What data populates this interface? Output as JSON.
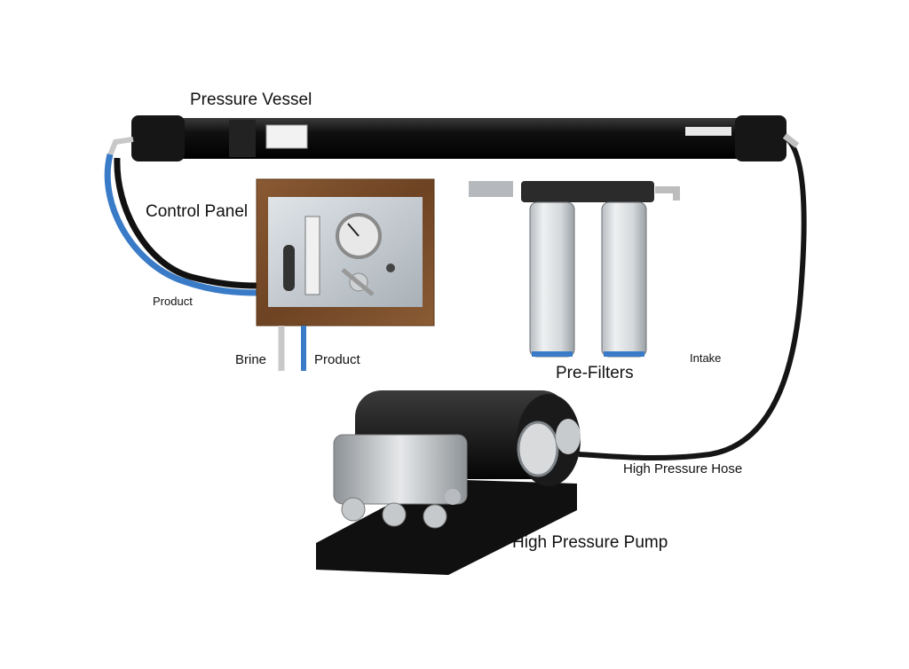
{
  "labels": {
    "pressure_vessel": "Pressure Vessel",
    "control_panel": "Control Panel",
    "product_left": "Product",
    "brine": "Brine",
    "product_bottom": "Product",
    "pre_filters": "Pre-Filters",
    "intake": "Intake",
    "high_pressure_hose": "High Pressure Hose",
    "high_pressure_pump": "High Pressure Pump"
  },
  "colors": {
    "vessel": "#0d0d0d",
    "panel_wood": "#7a4e2a",
    "panel_plate": "#c9d0d6",
    "product_line": "#3a7bc8",
    "pump_base": "#111111",
    "steel": "#b8bcc0"
  }
}
